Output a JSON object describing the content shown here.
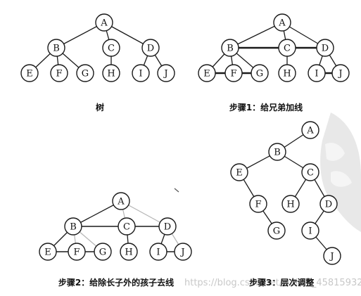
{
  "captions": {
    "tree": "树",
    "step1": "步骤1：给兄弟加线",
    "step2": "步骤2：给除长子外的孩子去线",
    "step3": "步骤3：层次调整"
  },
  "watermark": "https://blog.csdn.net/weixin_45815932",
  "colors": {
    "ink": "#1a1a1a",
    "faded": "#b5b5b5",
    "watermark_shape": "#e6e6e6"
  },
  "diagrams": [
    {
      "id": "tree",
      "nodes": [
        "A",
        "B",
        "C",
        "D",
        "E",
        "F",
        "G",
        "H",
        "I",
        "J"
      ],
      "edges": [
        [
          "A",
          "B"
        ],
        [
          "A",
          "C"
        ],
        [
          "A",
          "D"
        ],
        [
          "B",
          "E"
        ],
        [
          "B",
          "F"
        ],
        [
          "B",
          "G"
        ],
        [
          "C",
          "H"
        ],
        [
          "D",
          "I"
        ],
        [
          "D",
          "J"
        ]
      ]
    },
    {
      "id": "step1",
      "nodes": [
        "A",
        "B",
        "C",
        "D",
        "E",
        "F",
        "G",
        "H",
        "I",
        "J"
      ],
      "edges": [
        [
          "A",
          "B"
        ],
        [
          "A",
          "C"
        ],
        [
          "A",
          "D"
        ],
        [
          "B",
          "E"
        ],
        [
          "B",
          "F"
        ],
        [
          "B",
          "G"
        ],
        [
          "C",
          "H"
        ],
        [
          "D",
          "I"
        ],
        [
          "D",
          "J"
        ]
      ],
      "sibling_links": [
        [
          "B",
          "C"
        ],
        [
          "C",
          "D"
        ],
        [
          "E",
          "F"
        ],
        [
          "F",
          "G"
        ],
        [
          "I",
          "J"
        ]
      ]
    },
    {
      "id": "step2",
      "nodes": [
        "A",
        "B",
        "C",
        "D",
        "E",
        "F",
        "G",
        "H",
        "I",
        "J"
      ],
      "kept_edges": [
        [
          "A",
          "B"
        ],
        [
          "B",
          "E"
        ],
        [
          "C",
          "H"
        ],
        [
          "D",
          "I"
        ]
      ],
      "removed_edges": [
        [
          "A",
          "C"
        ],
        [
          "A",
          "D"
        ],
        [
          "B",
          "F"
        ],
        [
          "B",
          "G"
        ],
        [
          "D",
          "J"
        ]
      ],
      "sibling_links": [
        [
          "B",
          "C"
        ],
        [
          "C",
          "D"
        ],
        [
          "E",
          "F"
        ],
        [
          "F",
          "G"
        ],
        [
          "I",
          "J"
        ]
      ]
    },
    {
      "id": "step3",
      "nodes": [
        "A",
        "B",
        "C",
        "D",
        "E",
        "F",
        "G",
        "H",
        "I",
        "J"
      ],
      "edges": [
        [
          "A",
          "B"
        ],
        [
          "B",
          "E"
        ],
        [
          "B",
          "C"
        ],
        [
          "E",
          "F"
        ],
        [
          "F",
          "G"
        ],
        [
          "C",
          "H"
        ],
        [
          "C",
          "D"
        ],
        [
          "D",
          "I"
        ],
        [
          "I",
          "J"
        ]
      ]
    }
  ]
}
